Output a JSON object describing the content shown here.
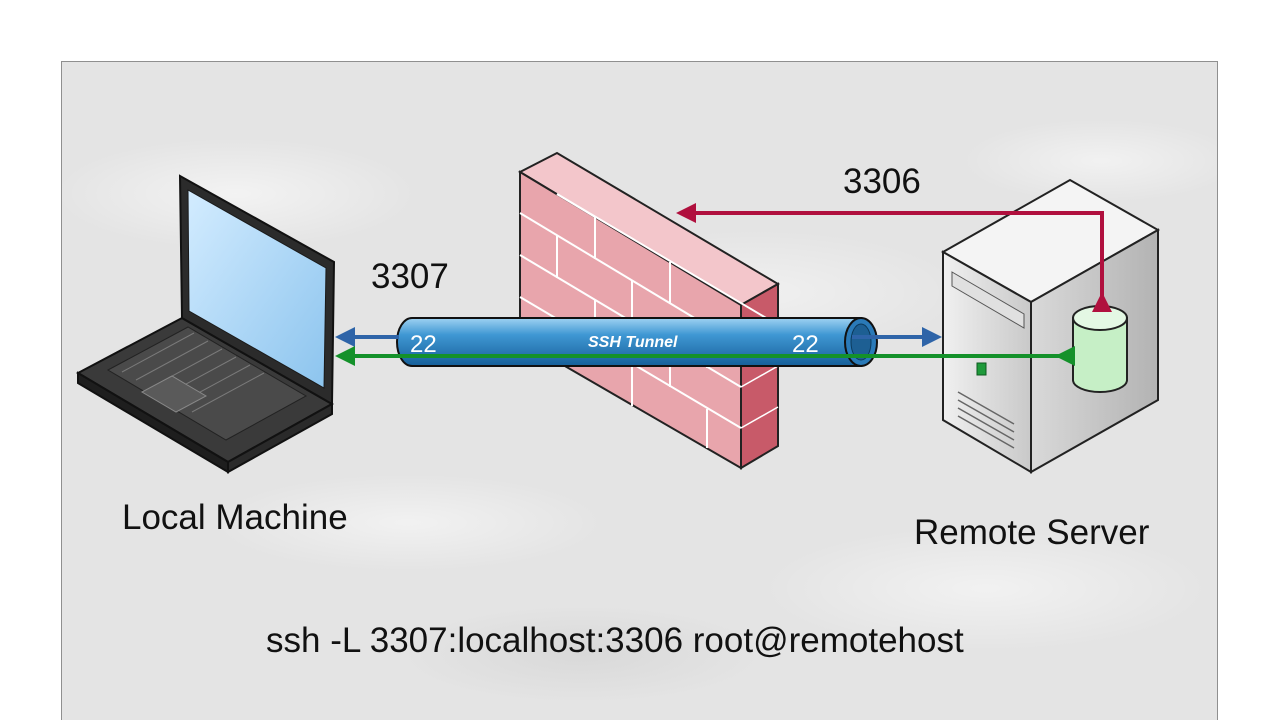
{
  "ports": {
    "local": "3307",
    "remote_db": "3306",
    "tunnel_left": "22",
    "tunnel_right": "22"
  },
  "tunnel": {
    "label": "SSH Tunnel"
  },
  "labels": {
    "local_machine": "Local Machine",
    "remote_server": "Remote Server"
  },
  "command": "ssh -L 3307:localhost:3306 root@remotehost",
  "colors": {
    "red_arrow": "#b0103e",
    "blue_arrow": "#2e64a8",
    "green_arrow": "#14912a",
    "tunnel": "#2a7ab8",
    "firewall": "#e8a5ac",
    "database": "#c6efc6"
  }
}
